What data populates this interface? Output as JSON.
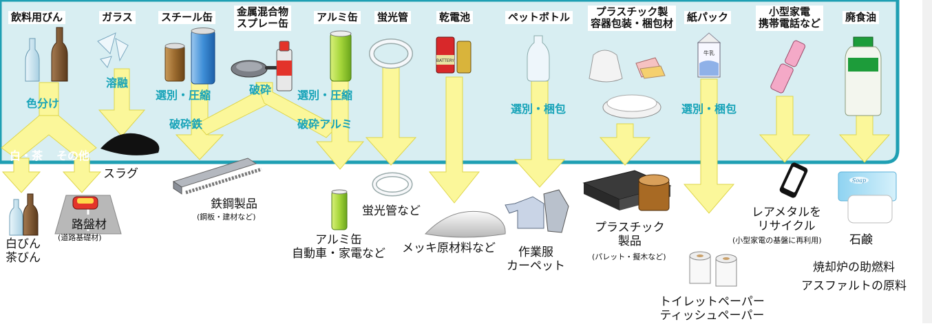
{
  "categories": [
    {
      "id": "bottle",
      "label": "飲料用びん"
    },
    {
      "id": "glass",
      "label": "ガラス"
    },
    {
      "id": "steel",
      "label": "スチール缶"
    },
    {
      "id": "metalmix",
      "label": "金属混合物\nスプレー缶"
    },
    {
      "id": "alum",
      "label": "アルミ缶"
    },
    {
      "id": "fluor",
      "label": "蛍光管"
    },
    {
      "id": "battery",
      "label": "乾電池"
    },
    {
      "id": "pet",
      "label": "ペットボトル"
    },
    {
      "id": "plastic",
      "label": "プラスチック製\n容器包装・梱包材"
    },
    {
      "id": "paperpack",
      "label": "紙パック"
    },
    {
      "id": "smallapp",
      "label": "小型家電\n携帯電話など"
    },
    {
      "id": "oil",
      "label": "廃食油"
    }
  ],
  "processes": {
    "sort_color": "色分け",
    "white_brown": "白・茶",
    "other": "その他",
    "melt": "溶融",
    "select_compress_1": "選別・圧縮",
    "crush": "破砕",
    "select_compress_2": "選別・圧縮",
    "crushed_iron": "破砕鉄",
    "crushed_alum": "破砕アルミ",
    "select_pack_1": "選別・梱包",
    "select_pack_2": "選別・梱包"
  },
  "products": {
    "white_brown_bottle": "白びん\n茶びん",
    "roadbed": "路盤材",
    "roadbed_note": "(道路基礎材)",
    "slag": "スラグ",
    "steel_product": "鉄鋼製品",
    "steel_product_note": "(鋼板・建材など)",
    "alum_product": "アルミ缶\n自動車・家電など",
    "fluor_product": "蛍光管など",
    "plating": "メッキ原材料など",
    "work_clothes": "作業服\nカーペット",
    "plastic_product": "プラスチック\n製品",
    "plastic_product_note": "(パレット・擬木など)",
    "toilet_paper": "トイレットペーパー\nティッシュペーパー",
    "rare_metal": "レアメタルを\nリサイクル",
    "rare_metal_note": "(小型家電の基盤に再利用)",
    "soap": "石鹸",
    "fuel": "焼却炉の助燃料\nアスファルトの原料"
  },
  "item_labels": {
    "battery_text": "BATTERY",
    "milk_text": "牛乳",
    "soap_text": "Soap"
  },
  "colors": {
    "band": "#d8eef2",
    "band_border": "#1f9fb3",
    "arrow": "#fbf79a",
    "process_text": "#17a3b8"
  }
}
